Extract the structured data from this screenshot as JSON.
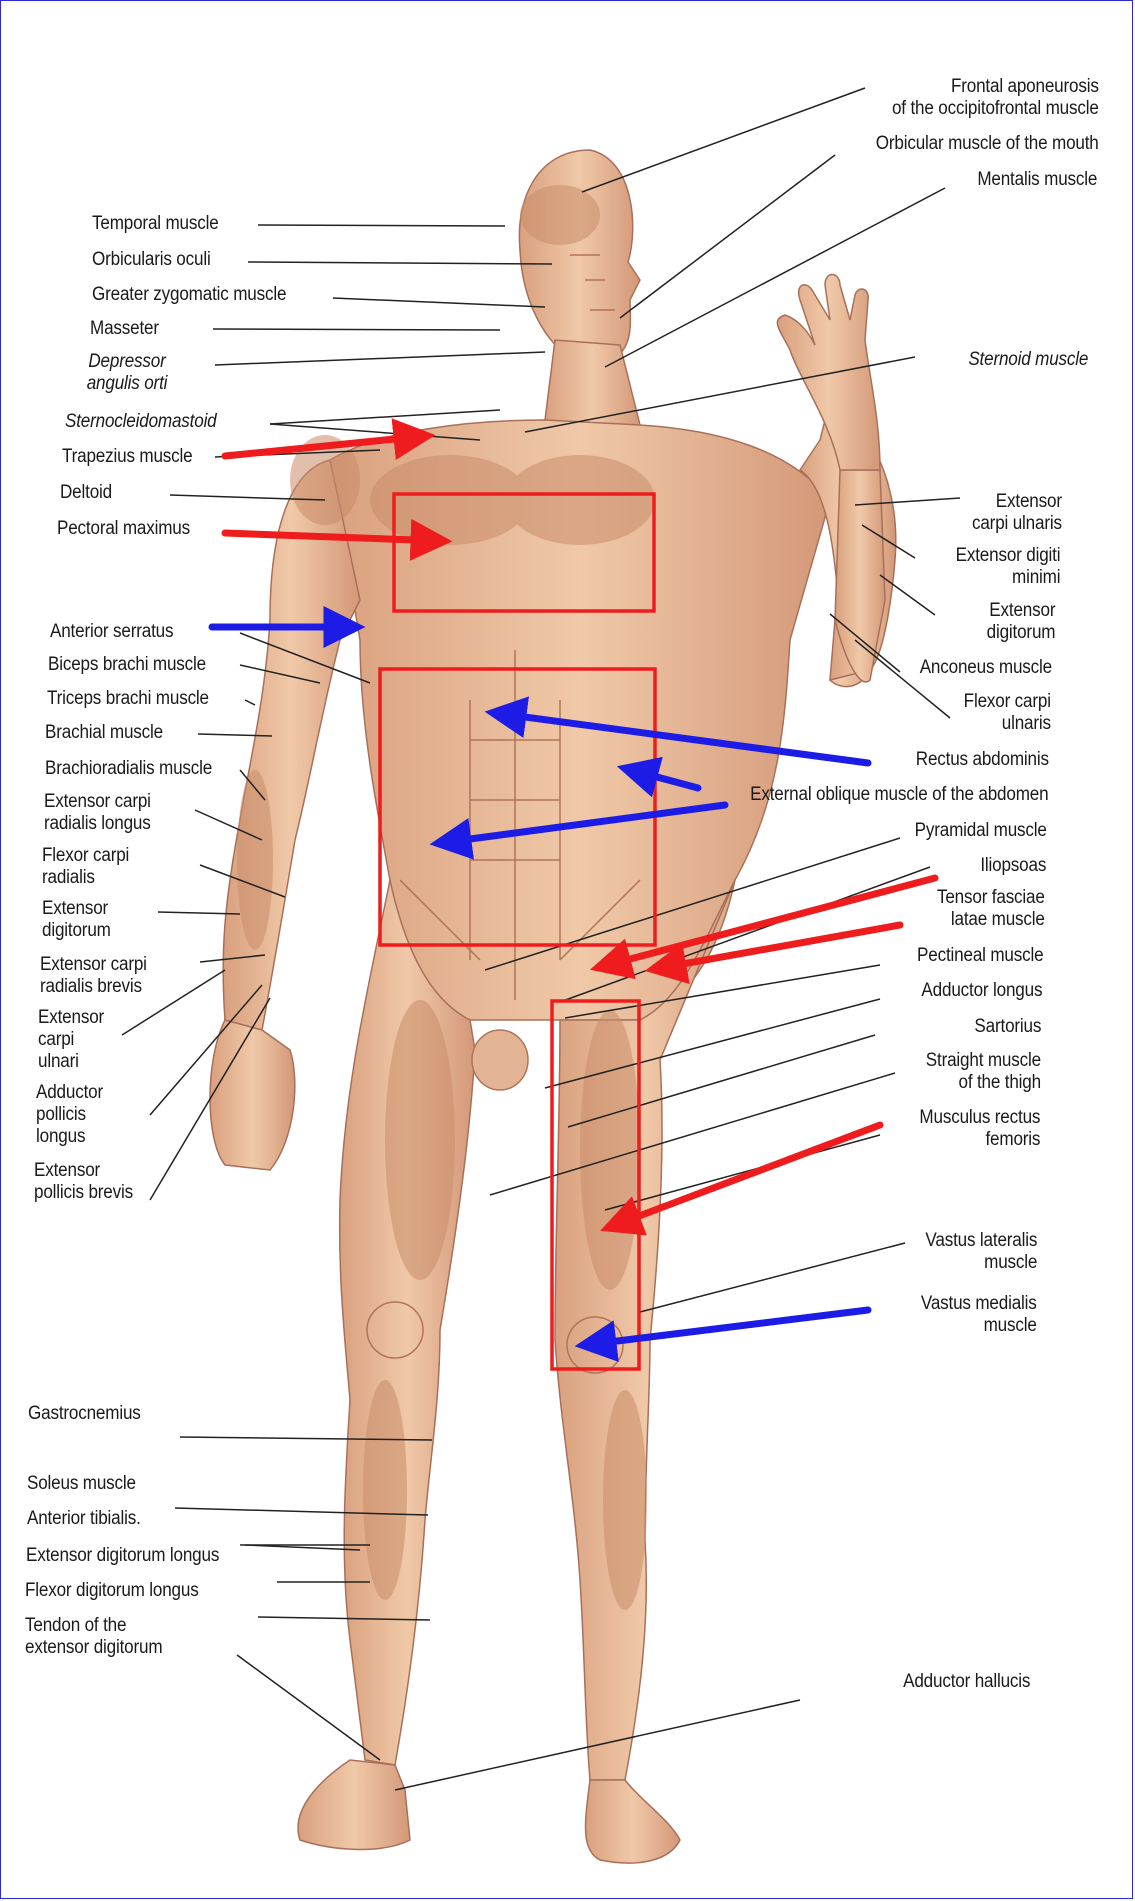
{
  "colors": {
    "frame": "#2a2ad0",
    "highlight_red": "#ee1c1c",
    "highlight_blue": "#1c1ce6",
    "skin": "#ebbf9c",
    "muscle": "#c98c6a",
    "leader_line": "#222222"
  },
  "left_labels": [
    {
      "id": "temporal",
      "text": "Temporal muscle"
    },
    {
      "id": "orbicularis_oculi",
      "text": "Orbicularis oculi"
    },
    {
      "id": "greater_zygomatic",
      "text": "Greater zygomatic muscle"
    },
    {
      "id": "masseter",
      "text": "Masseter"
    },
    {
      "id": "depressor",
      "text": "Depressor\nangulis orti"
    },
    {
      "id": "sternocleidomastoid",
      "text": "Sternocleidomastoid"
    },
    {
      "id": "trapezius",
      "text": "Trapezius muscle"
    },
    {
      "id": "deltoid",
      "text": "Deltoid"
    },
    {
      "id": "pectoral",
      "text": "Pectoral maximus"
    },
    {
      "id": "anterior_serratus",
      "text": "Anterior serratus"
    },
    {
      "id": "biceps",
      "text": "Biceps brachi muscle"
    },
    {
      "id": "triceps",
      "text": "Triceps brachi muscle"
    },
    {
      "id": "brachial",
      "text": "Brachial muscle"
    },
    {
      "id": "brachioradialis",
      "text": "Brachioradialis muscle"
    },
    {
      "id": "ecr_longus",
      "text": "Extensor carpi\nradialis longus"
    },
    {
      "id": "flexor_carpi_radialis",
      "text": "Flexor carpi\nradialis"
    },
    {
      "id": "extensor_digitorum_l",
      "text": "Extensor\ndigitorum"
    },
    {
      "id": "ecr_brevis",
      "text": "Extensor carpi\nradialis brevis"
    },
    {
      "id": "extensor_carpi_ulnari",
      "text": "Extensor\ncarpi\nulnari"
    },
    {
      "id": "adductor_pollicis",
      "text": "Adductor\npollicis\nlongus"
    },
    {
      "id": "extensor_pollicis",
      "text": "Extensor\npollicis brevis"
    },
    {
      "id": "gastrocnemius",
      "text": "Gastrocnemius"
    },
    {
      "id": "soleus",
      "text": "Soleus muscle"
    },
    {
      "id": "anterior_tibialis",
      "text": "Anterior tibialis."
    },
    {
      "id": "ext_dig_longus",
      "text": "Extensor digitorum longus"
    },
    {
      "id": "flex_dig_longus",
      "text": "Flexor digitorum longus"
    },
    {
      "id": "tendon_ext_dig",
      "text": "Tendon of the\nextensor digitorum"
    }
  ],
  "right_labels": [
    {
      "id": "frontal",
      "text": "Frontal aponeurosis\nof the occipitofrontal muscle"
    },
    {
      "id": "orbicular_mouth",
      "text": "Orbicular muscle of the mouth"
    },
    {
      "id": "mentalis",
      "text": "Mentalis muscle"
    },
    {
      "id": "sternoid",
      "text": "Sternoid muscle"
    },
    {
      "id": "ext_carpi_ulnaris",
      "text": "Extensor\ncarpi ulnaris"
    },
    {
      "id": "ext_digiti_minimi",
      "text": "Extensor digiti\nminimi"
    },
    {
      "id": "ext_digitorum_r",
      "text": "Extensor\ndigitorum"
    },
    {
      "id": "anconeus",
      "text": "Anconeus muscle"
    },
    {
      "id": "flexor_carpi_ulnaris",
      "text": "Flexor carpi\nulnaris"
    },
    {
      "id": "rectus_abdominis",
      "text": "Rectus abdominis"
    },
    {
      "id": "external_oblique",
      "text": "External oblique muscle of the abdomen"
    },
    {
      "id": "pyramidal",
      "text": "Pyramidal muscle"
    },
    {
      "id": "iliopsoas",
      "text": "Iliopsoas"
    },
    {
      "id": "tensor_fasciae",
      "text": "Tensor fasciae\nlatae muscle"
    },
    {
      "id": "pectineal",
      "text": "Pectineal muscle"
    },
    {
      "id": "adductor_longus",
      "text": "Adductor longus"
    },
    {
      "id": "sartorius",
      "text": "Sartorius"
    },
    {
      "id": "straight_thigh",
      "text": "Straight muscle\nof the thigh"
    },
    {
      "id": "rectus_femoris",
      "text": "Musculus rectus\nfemoris"
    },
    {
      "id": "vastus_lateralis",
      "text": "Vastus lateralis\nmuscle"
    },
    {
      "id": "vastus_medialis",
      "text": "Vastus medialis\nmuscle"
    },
    {
      "id": "adductor_hallucis",
      "text": "Adductor hallucis"
    }
  ]
}
